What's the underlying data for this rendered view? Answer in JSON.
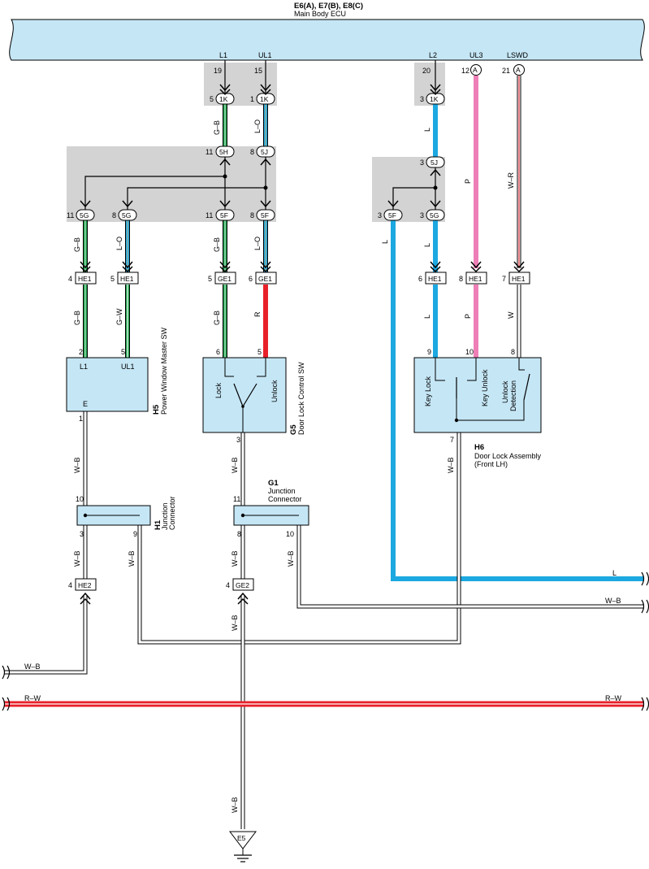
{
  "ecu": {
    "title": "E6(A), E7(B), E8(C)",
    "name": "Main Body ECU",
    "terminals": [
      {
        "name": "L1",
        "pin": "19"
      },
      {
        "name": "UL1",
        "pin": "15"
      },
      {
        "name": "L2",
        "pin": "20"
      },
      {
        "name": "UL3",
        "pin": "12",
        "conn": "A"
      },
      {
        "name": "LSWD",
        "pin": "21",
        "conn": "A"
      }
    ]
  },
  "connectors": {
    "k1_a": {
      "pin": "5",
      "code": "1K"
    },
    "k1_b": {
      "pin": "1",
      "code": "1K"
    },
    "k1_c": {
      "pin": "3",
      "code": "1K"
    },
    "h5_top": {
      "pin": "11",
      "code": "5H"
    },
    "j5_top": {
      "pin": "8",
      "code": "5J"
    },
    "j5_right": {
      "pin": "3",
      "code": "5J"
    },
    "g5_a": {
      "pin": "11",
      "code": "5G"
    },
    "g5_b": {
      "pin": "8",
      "code": "5G"
    },
    "f5_a": {
      "pin": "11",
      "code": "5F"
    },
    "f5_b": {
      "pin": "8",
      "code": "5F"
    },
    "f5_c": {
      "pin": "3",
      "code": "5F"
    },
    "g5_c": {
      "pin": "3",
      "code": "5G"
    },
    "he1_a": {
      "pin": "4",
      "code": "HE1"
    },
    "he1_b": {
      "pin": "5",
      "code": "HE1"
    },
    "ge1_a": {
      "pin": "5",
      "code": "GE1"
    },
    "ge1_b": {
      "pin": "6",
      "code": "GE1"
    },
    "he1_c": {
      "pin": "6",
      "code": "HE1"
    },
    "he1_d": {
      "pin": "8",
      "code": "HE1"
    },
    "he1_e": {
      "pin": "7",
      "code": "HE1"
    },
    "he2": {
      "pin": "4",
      "code": "HE2"
    },
    "ge2": {
      "pin": "4",
      "code": "GE2"
    }
  },
  "wire_colors": {
    "gb": "G–B",
    "lo": "L–O",
    "gw": "G–W",
    "r": "R",
    "l": "L",
    "p": "P",
    "wr": "W–R",
    "w": "W",
    "wb": "W–B",
    "rw": "R–W"
  },
  "colors": {
    "green": "#1aa34a",
    "blue": "#1ca8e0",
    "red": "#e8202a",
    "pink": "#ee7eb6",
    "box_fill": "#c5e6f5",
    "shade": "#d3d3d3"
  },
  "components": {
    "h5": {
      "id": "H5",
      "name": "Power Window Master SW",
      "pins": [
        "2",
        "5",
        "1"
      ],
      "terms": [
        "L1",
        "UL1",
        "E"
      ]
    },
    "g5": {
      "id": "G5",
      "name": "Door Lock Control SW",
      "pins": [
        "6",
        "5",
        "3"
      ],
      "terms": [
        "Lock",
        "Unlock"
      ]
    },
    "h6": {
      "id": "H6",
      "name": "Door Lock Assembly",
      "sub": "(Front LH)",
      "pins": [
        "9",
        "10",
        "8",
        "7"
      ],
      "terms": [
        "Key Lock",
        "Key Unlock",
        "Unlock",
        "Detection"
      ]
    },
    "h1": {
      "id": "H1",
      "name1": "Junction",
      "name2": "Connector",
      "pins": [
        "10",
        "3",
        "9"
      ]
    },
    "g1": {
      "id": "G1",
      "name1": "Junction",
      "name2": "Connector",
      "pins": [
        "11",
        "8",
        "10"
      ]
    }
  },
  "ground": {
    "code": "E5"
  }
}
